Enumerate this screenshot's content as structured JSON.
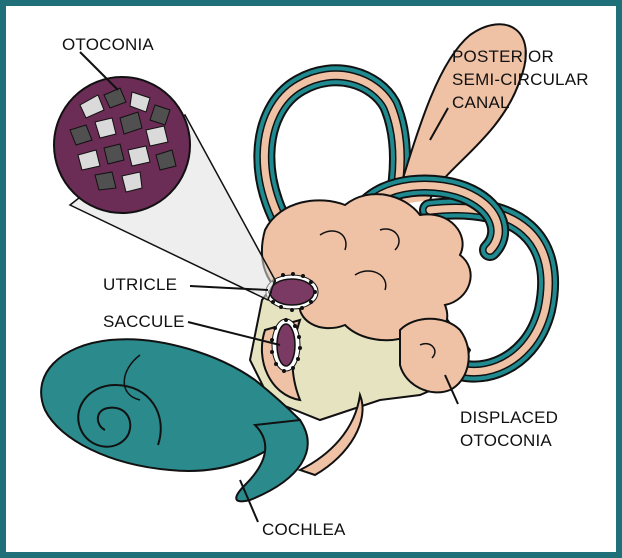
{
  "colors": {
    "frame": "#1f6f78",
    "canal_outline": "#1f8a8f",
    "bone": "#efc2a6",
    "cochlea": "#2a8a8c",
    "vestibule_bg": "#e6e3c0",
    "macula": "#7a3a63",
    "inset_bg": "#6b2c55",
    "crystal_dark": "#505050",
    "crystal_light": "#dadada"
  },
  "labels": {
    "otoconia": "OTOCONIA",
    "posterior_canal_line1": "POSTERIOR",
    "posterior_canal_line2": "SEMI-CIRCULAR",
    "posterior_canal_line3": "CANAL",
    "utricle": "UTRICLE",
    "saccule": "SACCULE",
    "displaced_line1": "DISPLACED",
    "displaced_line2": "OTOCONIA",
    "cochlea": "COCHLEA"
  }
}
